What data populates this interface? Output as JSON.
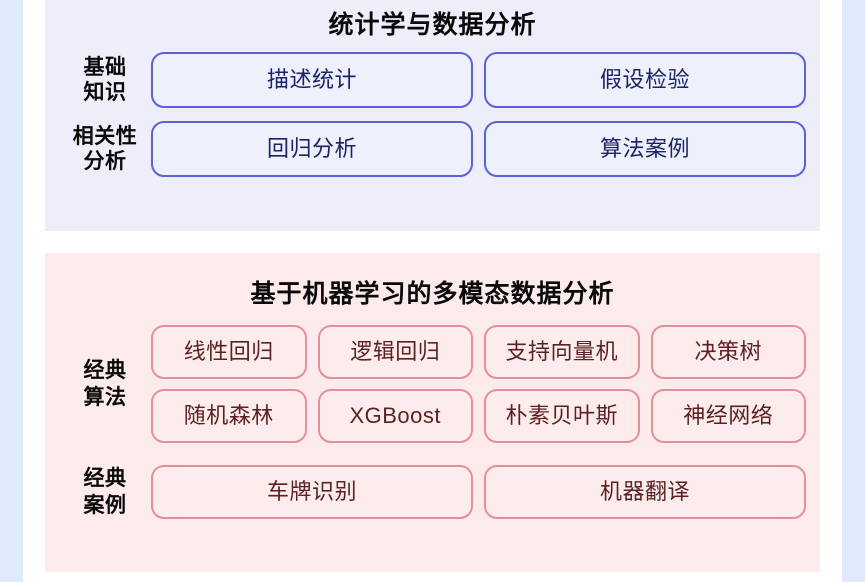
{
  "theme": {
    "rail_color": "#ddebfb",
    "gutter_color": "#ffffff",
    "stats_panel_bg": "#eeeefb",
    "stats_chip_bg": "#eef0fc",
    "stats_chip_border": "#5b62d6",
    "stats_chip_text": "#1b2266",
    "ml_panel_bg": "#fdeaea",
    "ml_chip_bg": "#fdecec",
    "ml_chip_border": "#e4909c",
    "ml_chip_text": "#5c1f22",
    "title_text": "#0a0a0a",
    "label_text": "#0a0a0a"
  },
  "panels": [
    {
      "id": "statistics",
      "title": "统计学与数据分析",
      "rows": [
        {
          "label": "基础\n知识",
          "chips": [
            "描述统计",
            "假设检验"
          ]
        },
        {
          "label": "相关性\n分析",
          "chips": [
            "回归分析",
            "算法案例"
          ]
        }
      ]
    },
    {
      "id": "machine-learning",
      "title": "基于机器学习的多模态数据分析",
      "algo_label": "经典\n算法",
      "algo_rows": [
        [
          "线性回归",
          "逻辑回归",
          "支持向量机",
          "决策树"
        ],
        [
          "随机森林",
          "XGBoost",
          "朴素贝叶斯",
          "神经网络"
        ]
      ],
      "case_label": "经典\n案例",
      "case_chips": [
        "车牌识别",
        "机器翻译"
      ]
    }
  ]
}
